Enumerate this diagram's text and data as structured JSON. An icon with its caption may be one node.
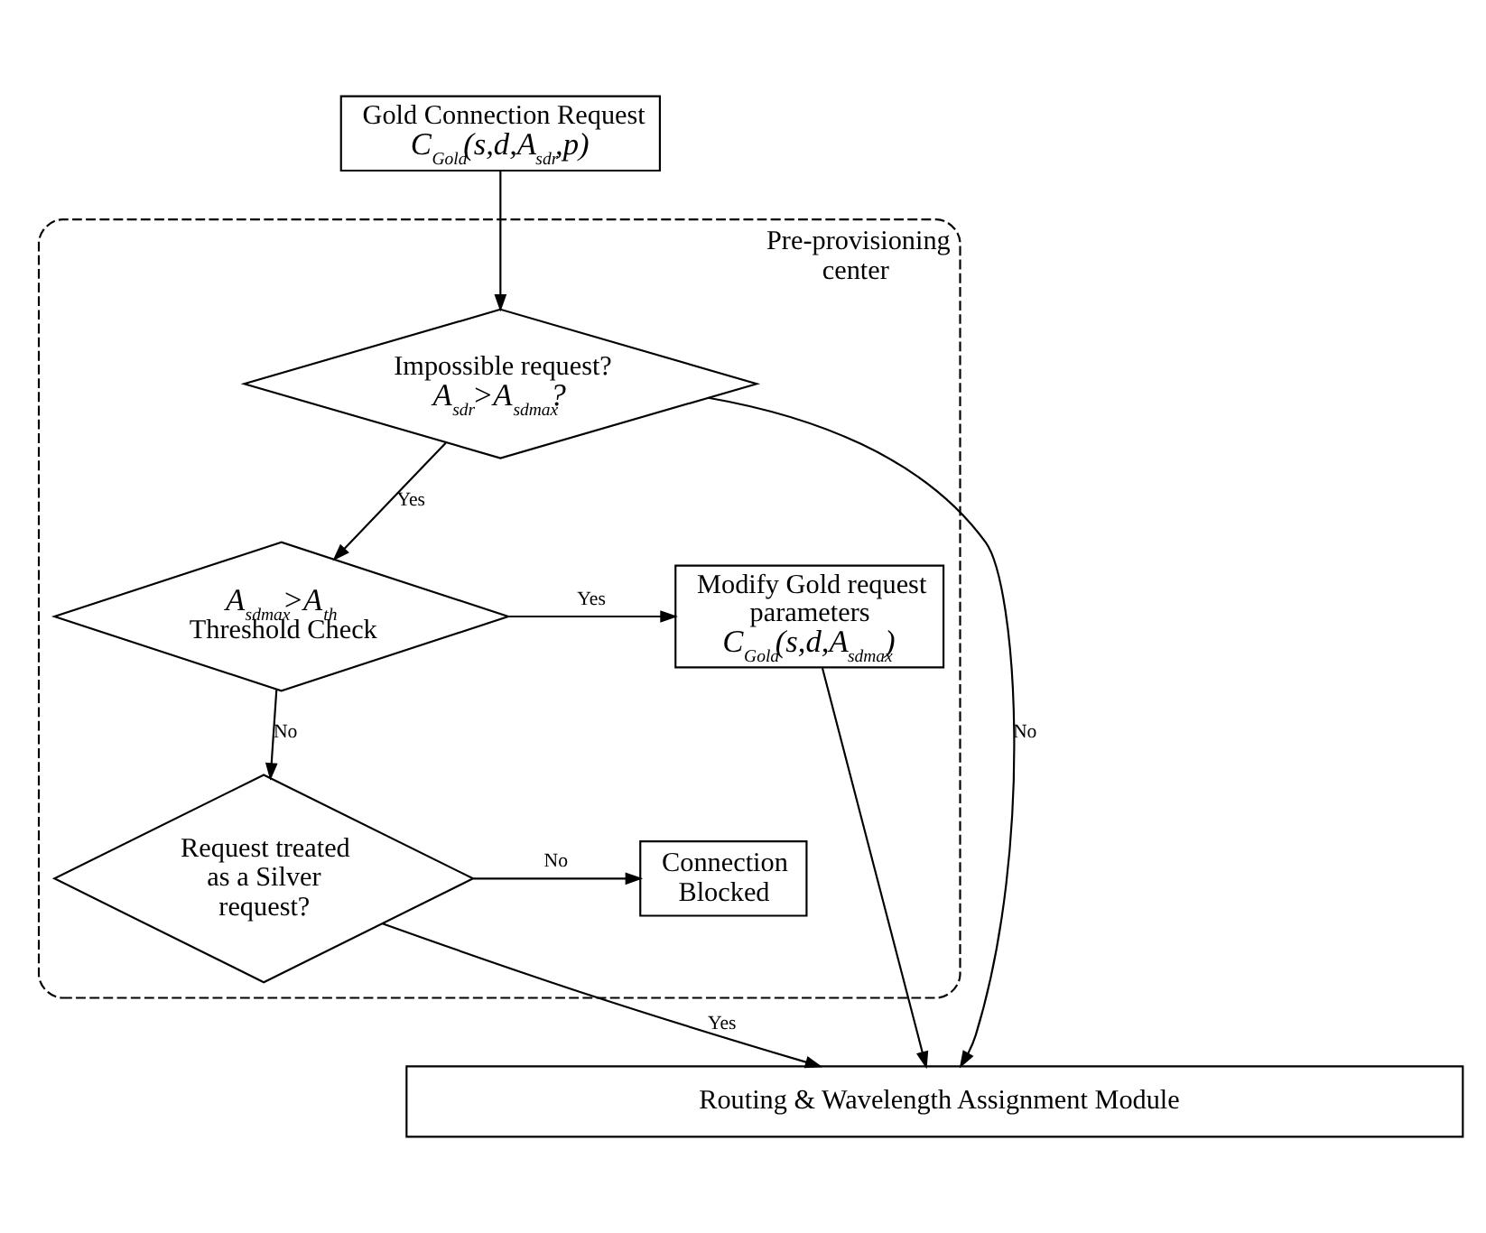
{
  "diagram": {
    "nodes": [
      {
        "text": [
          "Gold Connection Request",
          "C$_{Gold}$(s,d,A$_{sdr}$,p)"
        ]
      },
      {
        "text": [
          "Pre-provisioning center"
        ]
      },
      {
        "text": [
          "Impossible request?",
          "A$_{sdr}$>A$_{sdmax}$?"
        ],
        "in": 1
      },
      {
        "text": [
          "A$_{sdmax}$>A$_{th}$",
          "Threshold Check"
        ],
        "in": 1
      },
      {
        "text": [
          "Modify Gold request parameters",
          "C$_{Gold}$(s,d,A$_{sdmax}$)"
        ],
        "in": 1
      },
      {
        "text": [
          "Request treated as a Silver request?"
        ],
        "in": 1
      },
      {
        "text": [
          "Connection Blocked"
        ],
        "in": 1
      },
      {
        "text": [
          "Routing & Wavelength Assignment Module"
        ]
      }
    ],
    "edges": [
      {
        "from": 0,
        "to": 2,
        "arrow": "to"
      },
      {
        "from": 2,
        "to": 7,
        "arrow": "to",
        "label": "No"
      },
      {
        "from": 2,
        "to": 3,
        "arrow": "to",
        "label": "Yes"
      },
      {
        "from": 3,
        "to": 4,
        "arrow": "to",
        "label": "Yes"
      },
      {
        "from": 3,
        "to": 5,
        "arrow": "to",
        "label": "No"
      },
      {
        "from": 5,
        "to": 7,
        "arrow": "to",
        "label": "Yes"
      },
      {
        "from": 5,
        "to": 6,
        "arrow": "to",
        "label": "No"
      },
      {
        "from": 4,
        "to": 7,
        "arrow": "to"
      }
    ]
  }
}
